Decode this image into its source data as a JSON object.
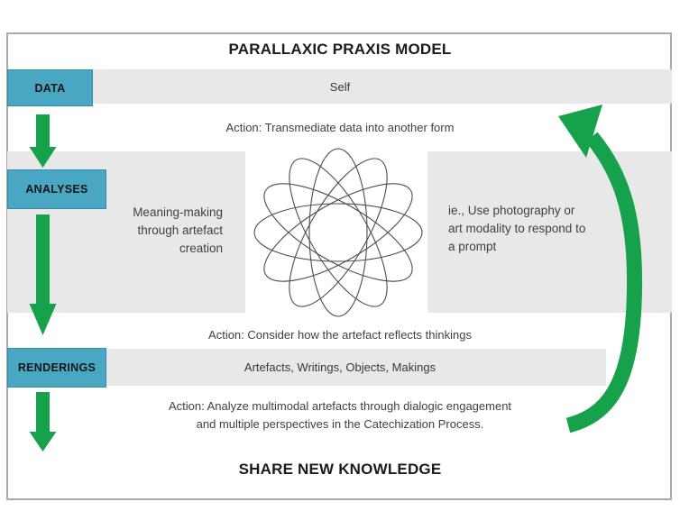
{
  "title": "PARALLAXIC PRAXIS MODEL",
  "stages": [
    {
      "label": "DATA"
    },
    {
      "label": "ANALYSES"
    },
    {
      "label": "RENDERINGS"
    }
  ],
  "rows": {
    "data_value": "Self",
    "renderings_value": "Artefacts, Writings, Objects, Makings"
  },
  "actions": {
    "transmediate": "Action: Transmediate data into another form",
    "consider": "Action: Consider how the artefact reflects thinkings",
    "analyze": "Action: Analyze multimodal artefacts through dialogic engagement\nand multiple perspectives in the Catechization Process."
  },
  "notes": {
    "left": "Meaning-making\nthrough artefact\ncreation",
    "right": "ie., Use photography or\nart modality to respond to\na prompt"
  },
  "footer": "SHARE NEW KNOWLEDGE",
  "colors": {
    "teal": "#49a7c3",
    "green": "#16a24b",
    "band_gray": "#e8e8e8"
  },
  "icons": {
    "center": "spirograph-flower-icon",
    "stage_flow": "green-down-arrow-icon",
    "feedback": "green-curved-feedback-arrow-icon"
  }
}
